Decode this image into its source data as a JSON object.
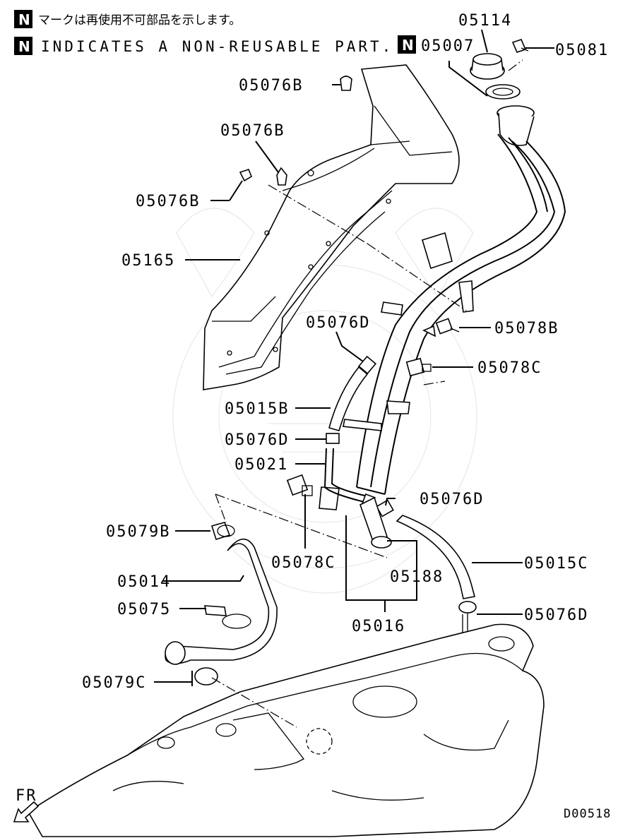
{
  "header": {
    "n_badge": "N",
    "jp_note": "マークは再使用不可部品を示します。",
    "en_note": "INDICATES A NON-REUSABLE PART."
  },
  "labels": {
    "p05114": "05114",
    "p05007": "05007",
    "p05081": "05081",
    "p05076B_top": "05076B",
    "p05076B_mid": "05076B",
    "p05076B_left": "05076B",
    "p05165": "05165",
    "p05076D_a": "05076D",
    "p05078B": "05078B",
    "p05078C_right": "05078C",
    "p05015B": "05015B",
    "p05076D_b": "05076D",
    "p05021": "05021",
    "p05076D_c": "05076D",
    "p05079B": "05079B",
    "p05078C_low": "05078C",
    "p05015C": "05015C",
    "p05014": "05014",
    "p05188": "05188",
    "p05075": "05075",
    "p05076D_d": "05076D",
    "p05016": "05016",
    "p05079C": "05079C"
  },
  "footer": {
    "fr_label": "FR",
    "drawing_code": "D00518"
  }
}
